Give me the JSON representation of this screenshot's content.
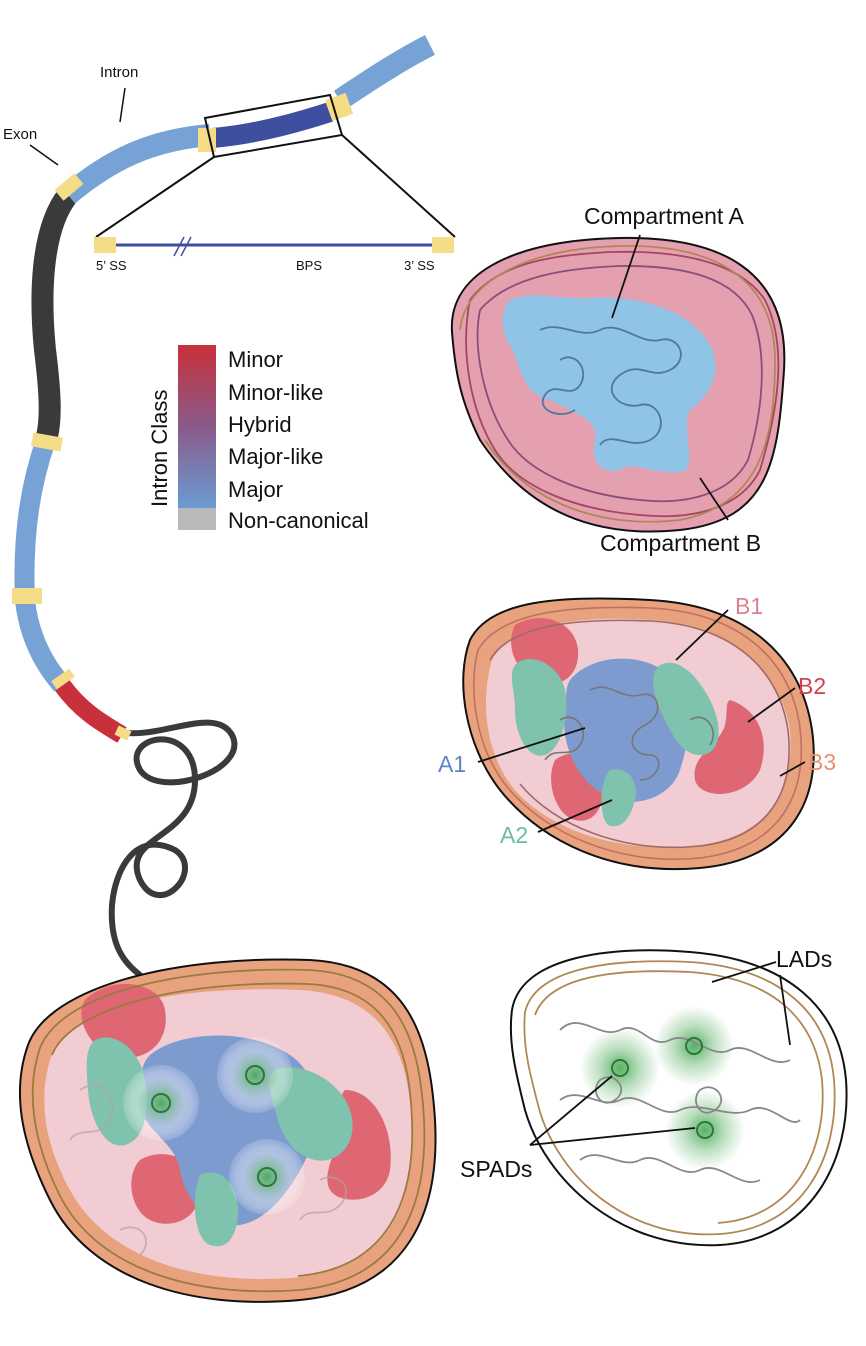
{
  "gene_labels": {
    "intron": "Intron",
    "exon": "Exon",
    "ss5": "5’ SS",
    "bps": "BPS",
    "ss3": "3’ SS"
  },
  "legend": {
    "title": "Intron Class",
    "items": [
      "Minor",
      "Minor-like",
      "Hybrid",
      "Major-like",
      "Major",
      "Non-canonical"
    ],
    "colors": {
      "minor": "#c8303a",
      "hybrid": "#8a5a8a",
      "major": "#6a9bd2",
      "non_canonical": "#b9b9bb"
    }
  },
  "nucleus_ab": {
    "compartment_a": "Compartment A",
    "compartment_b": "Compartment B"
  },
  "nucleus_sub": {
    "a1": "A1",
    "a2": "A2",
    "b1": "B1",
    "b2": "B2",
    "b3": "B3"
  },
  "nucleus_lads": {
    "lads": "LADs",
    "spads": "SPADs"
  },
  "colors": {
    "exon_blue": "#76a2d5",
    "splice_yellow": "#f5dc86",
    "chromatin_dark": "#3a3a3c",
    "intron_navy": "#3e4fa0",
    "comp_a_blue": "#8fc4e6",
    "comp_b_pink": "#e4a0ae",
    "a1_blue": "#7e9bd0",
    "a2_teal": "#7fc2ad",
    "b1_pink": "#f1cdd3",
    "b2_red": "#de6773",
    "b3_orange": "#e9a27e",
    "lad_brown": "#b08855",
    "speckle_green": "#3ba34a"
  }
}
